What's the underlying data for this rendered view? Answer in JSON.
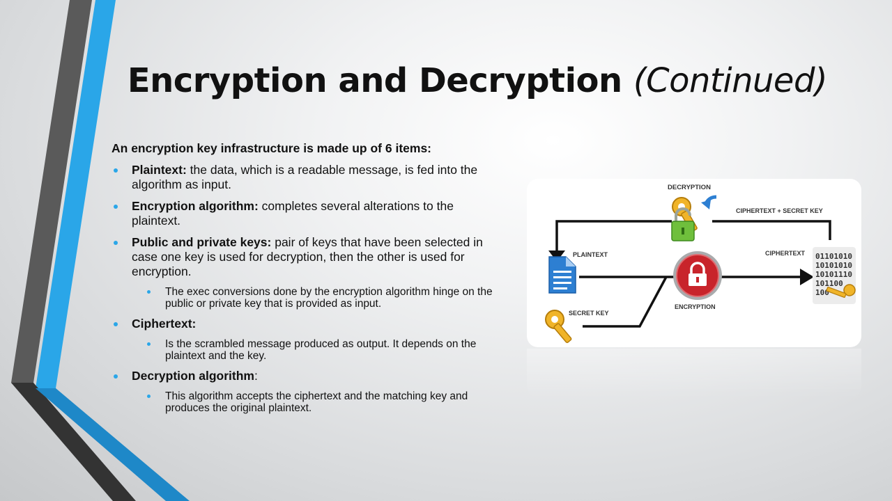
{
  "slide": {
    "title_main": "Encryption and Decryption",
    "title_sub": "(Continued)",
    "lead": "An encryption key infrastructure is made up of 6 items:",
    "items": [
      {
        "term": "Plaintext:",
        "text": " the data, which is a readable message, is fed into the algorithm as input."
      },
      {
        "term": "Encryption algorithm:",
        "text": " completes several alterations to the plaintext."
      },
      {
        "term": "Public and private keys:",
        "text": " pair of keys that have been selected in case one key is used for decryption, then the other is used for encryption.",
        "sub": "The exec conversions done by the encryption algorithm hinge on the public or private key that is provided as input."
      },
      {
        "term": "Ciphertext:",
        "text": "",
        "sub": "Is the scrambled message produced as output. It depends on the plaintext and the key."
      },
      {
        "term": "Decryption algorithm",
        "text": ":",
        "sub": "This algorithm accepts the ciphertext and the matching key and produces the original plaintext."
      }
    ]
  },
  "diagram": {
    "labels": {
      "decryption": "DECRYPTION",
      "ciphertext_secret": "CIPHERTEXT + SECRET KEY",
      "plaintext": "PLAINTEXT",
      "ciphertext": "CIPHERTEXT",
      "secret_key": "SECRET KEY",
      "encryption": "ENCRYPTION"
    },
    "binary_lines": [
      "01101010",
      "10101010",
      "10101110",
      "101100",
      "100"
    ]
  },
  "colors": {
    "accent_blue": "#2aa6e8",
    "band_dark": "#3b3b3b",
    "band_blue": "#1e88c8",
    "lock_red": "#c8242b",
    "key_gold": "#f0b429",
    "doc_blue": "#2d7fd2"
  }
}
